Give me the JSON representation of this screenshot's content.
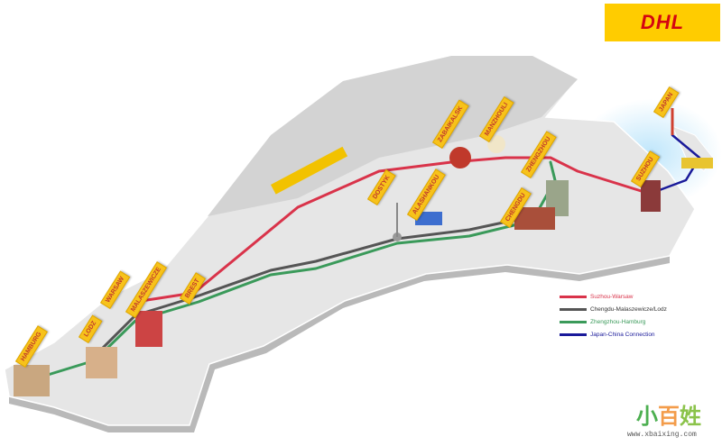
{
  "brand": {
    "logo_text": "DHL",
    "color": "#d40511",
    "background": "#ffcc00"
  },
  "cities": [
    "HAMBURG",
    "LODZ",
    "WARSAW",
    "MALASZEWICZE",
    "BREST",
    "DOSTYK",
    "ALASHANKOU",
    "ZABAIKALSK",
    "MANZHOULI",
    "ZHENGZHOU",
    "CHENGDU",
    "SUZHOU",
    "JAPAN"
  ],
  "legend": [
    {
      "label": "Suzhou-Warsaw",
      "color": "#d9334a"
    },
    {
      "label": "Chengdu-Malaszewicze/Lodz",
      "color": "#555555"
    },
    {
      "label": "Zhengzhou-Hamburg",
      "color": "#3a9a5a"
    },
    {
      "label": "Japan-China Connection",
      "color": "#1a1a9a"
    }
  ],
  "watermark": {
    "chars": "小百姓",
    "url": "www.xbaixing.com"
  }
}
